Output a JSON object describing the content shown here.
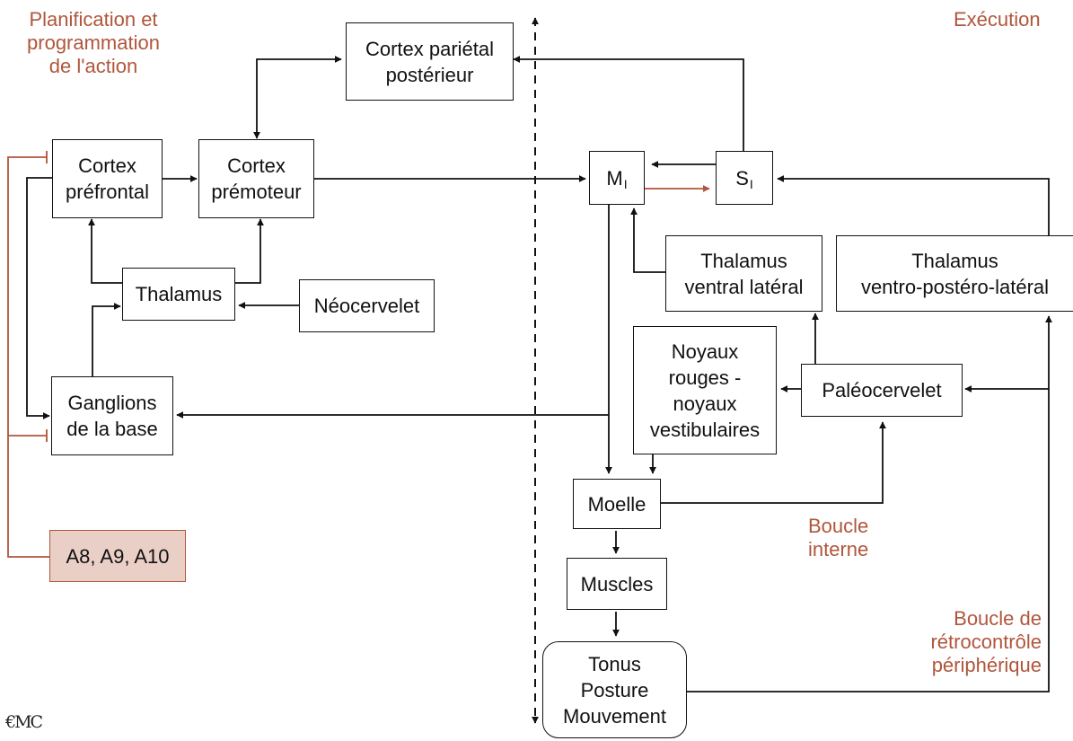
{
  "captions": {
    "planification": "Planification et\nprogrammation\nde l'action",
    "execution": "Exécution",
    "boucle_interne": "Boucle\ninterne",
    "boucle_retro": "Boucle de\nrétrocontrôle\npériphérique"
  },
  "boxes": {
    "cortex_parietal": "Cortex pariétal\npostérieur",
    "cortex_prefrontal": "Cortex\npréfrontal",
    "cortex_premoteur": "Cortex\nprémoteur",
    "thalamus": "Thalamus",
    "neocervelet": "Néocervelet",
    "ganglions": "Ganglions\nde la base",
    "a8": "A8, A9, A10",
    "m1_letter": "M",
    "m1_sub": "I",
    "s1_letter": "S",
    "s1_sub": "I",
    "thalamus_vl": "Thalamus\nventral latéral",
    "thalamus_vpl": "Thalamus\nventro-postéro-latéral",
    "noyaux": "Noyaux\nrouges -\nnoyaux\nvestibulaires",
    "paleocervelet": "Paléocervelet",
    "moelle": "Moelle",
    "muscles": "Muscles",
    "tonus": "Tonus\nPosture\nMouvement"
  },
  "logo": "€MC",
  "colors": {
    "accent": "#b0563c",
    "line": "#111111",
    "highlight_fill": "#eacfc7"
  }
}
